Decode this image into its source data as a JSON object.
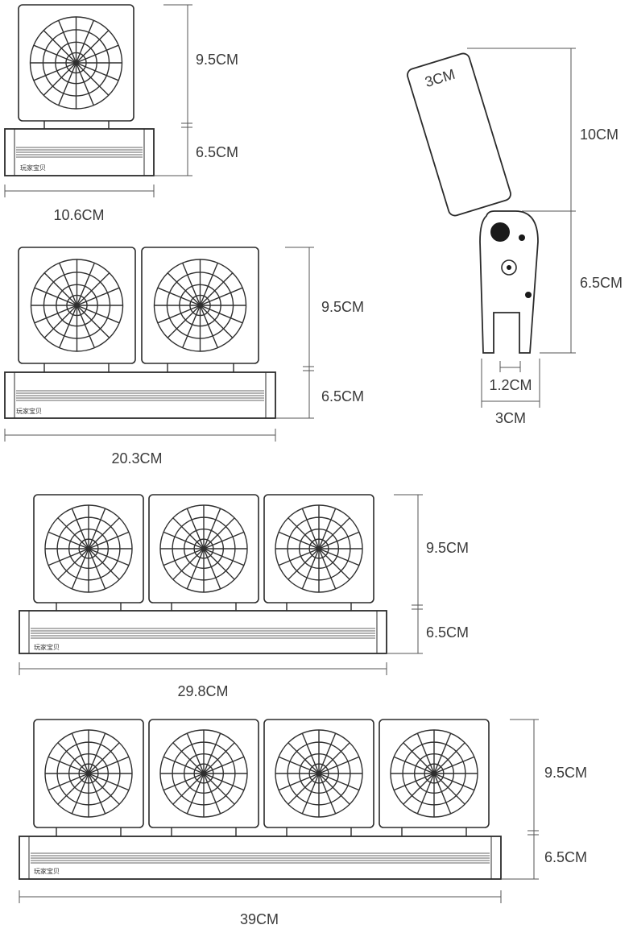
{
  "colors": {
    "outline": "#2b2b2b",
    "wheel": "#2e2e2e",
    "dimension_line": "#555555",
    "background": "#ffffff",
    "slot_fill": "#1a1a1a"
  },
  "brand_label": "玩家宝贝",
  "holders": [
    {
      "fan_count": 1,
      "labels": {
        "fan_height": "9.5CM",
        "base_height": "6.5CM",
        "width": "10.6CM"
      }
    },
    {
      "fan_count": 2,
      "labels": {
        "fan_height": "9.5CM",
        "base_height": "6.5CM",
        "width": "20.3CM"
      }
    },
    {
      "fan_count": 3,
      "labels": {
        "fan_height": "9.5CM",
        "base_height": "6.5CM",
        "width": "29.8CM"
      }
    },
    {
      "fan_count": 4,
      "labels": {
        "fan_height": "9.5CM",
        "base_height": "6.5CM",
        "width": "39CM"
      }
    }
  ],
  "side_view": {
    "card_label": "3CM",
    "card_height": "10CM",
    "bracket_height": "6.5CM",
    "slot_width": "1.2CM",
    "bracket_width": "3CM"
  }
}
